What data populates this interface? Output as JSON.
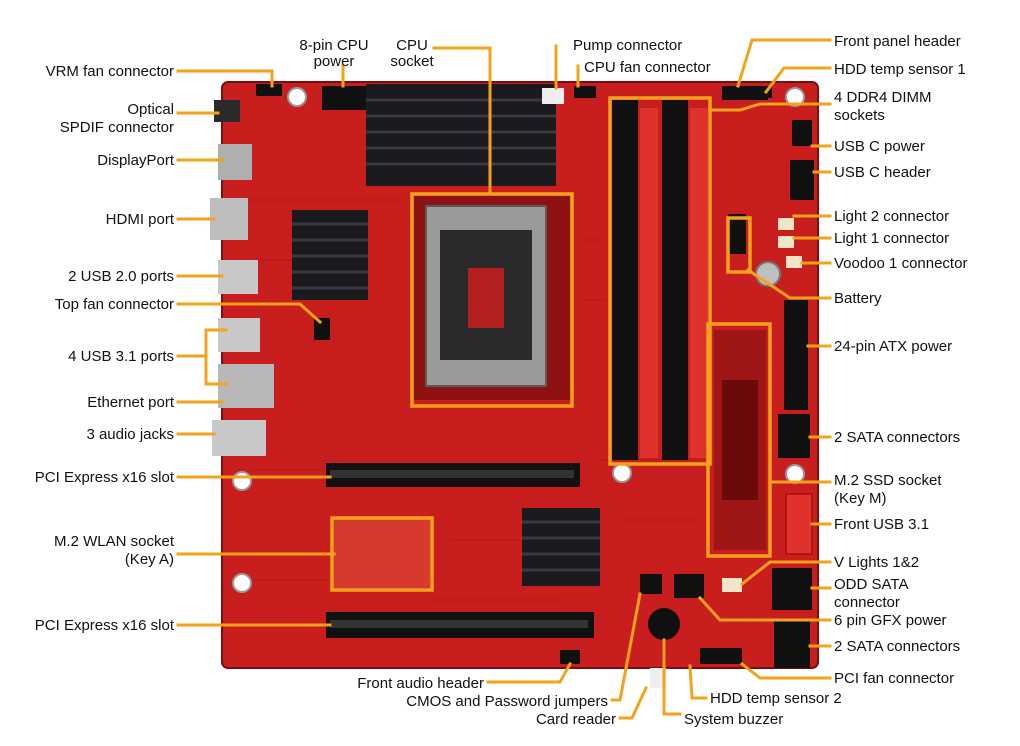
{
  "diagram": {
    "colors": {
      "board": "#C81E1E",
      "board_dark": "#8E1212",
      "accent_lines": "#F5A21B",
      "heatsink": "#1B1B1F",
      "slot_black": "#111111",
      "dimm_red": "#E0322C",
      "text": "#111111"
    },
    "labels": {
      "cpu_power": [
        "8-pin CPU",
        "power"
      ],
      "cpu_socket": [
        "CPU",
        "socket"
      ],
      "pump": "Pump connector",
      "cpu_fan": "CPU fan connector",
      "front_panel": "Front panel header",
      "hdd_temp1": "HDD temp sensor 1",
      "ddr4": [
        "4 DDR4 DIMM",
        "sockets"
      ],
      "usbc_power": "USB C power",
      "usbc_header": "USB C header",
      "light2": "Light 2 connector",
      "light1": "Light 1 connector",
      "voodoo": "Voodoo 1 connector",
      "battery": "Battery",
      "atx": "24-pin ATX power",
      "sata_top": "2 SATA connectors",
      "m2_ssd": [
        "M.2 SSD socket",
        "(Key M)"
      ],
      "front_usb": "Front USB 3.1",
      "vlights": "V Lights 1&2",
      "odd_sata": [
        "ODD SATA",
        "connector"
      ],
      "gfx": "6 pin GFX power",
      "sata_bottom": "2 SATA connectors",
      "pci_fan": "PCI fan connector",
      "hdd_temp2": "HDD temp sensor 2",
      "buzzer": "System buzzer",
      "card_reader": "Card reader",
      "cmos": "CMOS and Password jumpers",
      "front_audio": "Front audio header",
      "vrm_fan": "VRM fan connector",
      "optical": [
        "Optical",
        "SPDIF connector"
      ],
      "displayport": "DisplayPort",
      "hdmi": "HDMI port",
      "usb20": "2 USB 2.0 ports",
      "top_fan": "Top fan connector",
      "usb31": "4 USB 3.1 ports",
      "ethernet": "Ethernet port",
      "audio": "3 audio jacks",
      "pcie_top": "PCI Express x16 slot",
      "wlan": [
        "M.2 WLAN socket",
        "(Key A)"
      ],
      "pcie_bottom": "PCI Express x16 slot"
    }
  }
}
